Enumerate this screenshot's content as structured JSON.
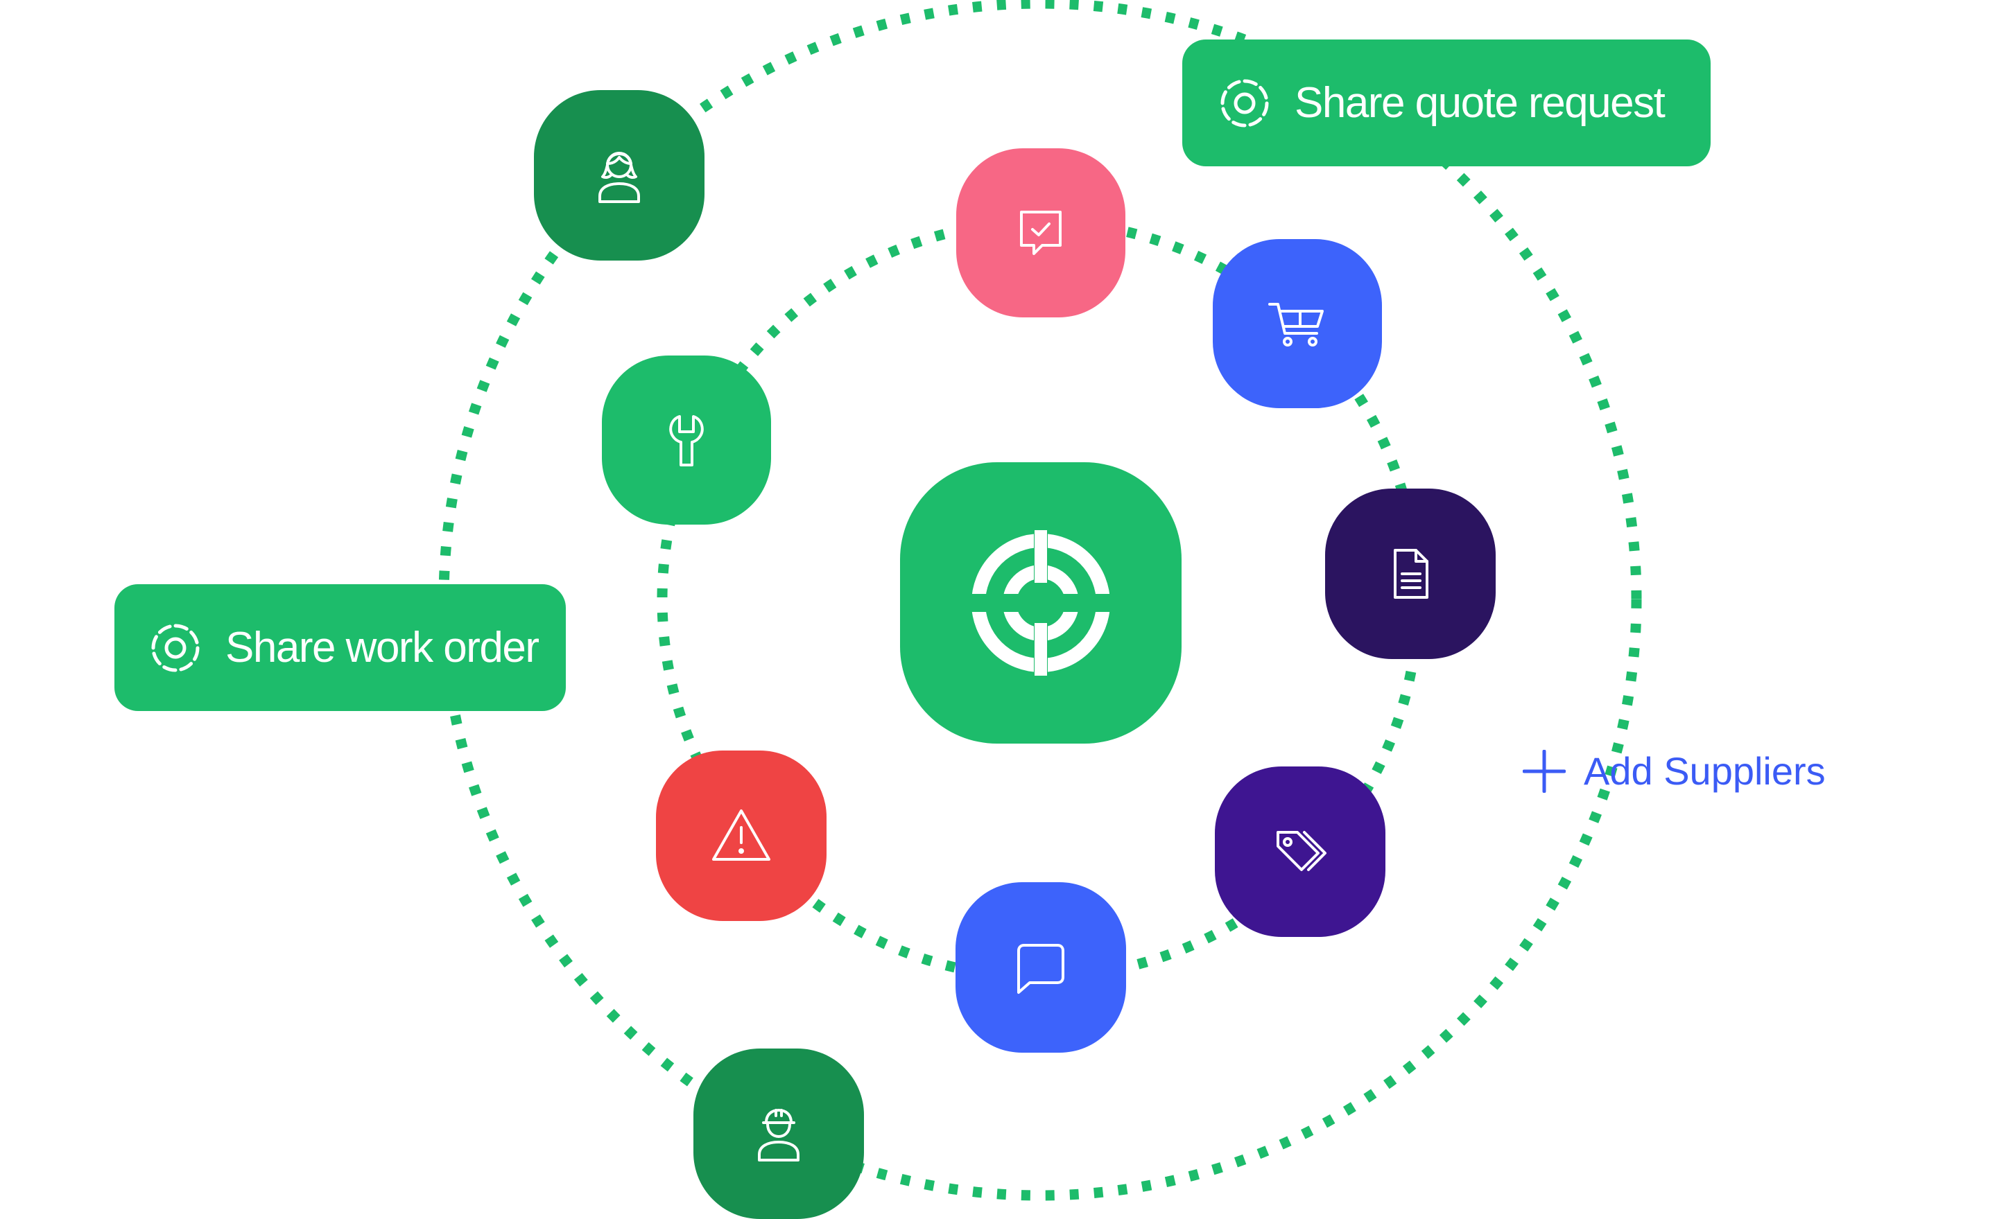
{
  "colors": {
    "green": "#1dbc6b",
    "dark_green": "#178f4f",
    "pink": "#f76785",
    "blue": "#3d63fb",
    "navy": "#2b1460",
    "purple": "#3e1591",
    "red": "#ef4444",
    "link_blue": "#3b5bf5",
    "dots": "#1dbc6b"
  },
  "hub": {
    "icon": "target-icon",
    "color_key": "green"
  },
  "tiles": [
    {
      "id": "person-female",
      "icon": "person-female-icon",
      "color_key": "dark_green"
    },
    {
      "id": "chat-check",
      "icon": "chat-check-icon",
      "color_key": "pink"
    },
    {
      "id": "cart",
      "icon": "shopping-cart-icon",
      "color_key": "blue"
    },
    {
      "id": "wrench",
      "icon": "wrench-icon",
      "color_key": "green"
    },
    {
      "id": "document",
      "icon": "document-icon",
      "color_key": "navy"
    },
    {
      "id": "warning",
      "icon": "warning-icon",
      "color_key": "red"
    },
    {
      "id": "tag",
      "icon": "tag-icon",
      "color_key": "purple"
    },
    {
      "id": "message",
      "icon": "message-icon",
      "color_key": "blue"
    },
    {
      "id": "worker",
      "icon": "worker-icon",
      "color_key": "dark_green"
    }
  ],
  "pills": {
    "quote_request": {
      "label": "Share quote request",
      "icon": "dashed-target-icon",
      "color_key": "green"
    },
    "work_order": {
      "label": "Share work order",
      "icon": "dashed-target-icon",
      "color_key": "green"
    }
  },
  "add_suppliers": {
    "label": "Add Suppliers",
    "icon": "plus-icon",
    "color_key": "link_blue"
  }
}
